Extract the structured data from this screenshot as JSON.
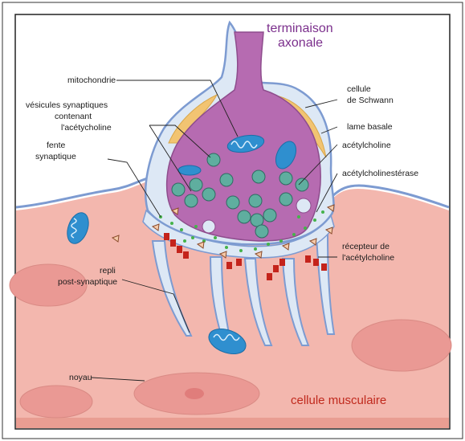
{
  "title": {
    "line1": "terminaison",
    "line2": "axonale"
  },
  "labels": {
    "mitochondrie": "mitochondrie",
    "vesicules": [
      "vésicules synaptiques",
      "contenant",
      "l'acétycholine"
    ],
    "fente": [
      "fente",
      "synaptique"
    ],
    "repli": [
      "repli",
      "post-synaptique"
    ],
    "noyau": "noyau",
    "schwann": [
      "cellule",
      "de Schwann"
    ],
    "lame": "lame basale",
    "acetylcholine": "acétylcholine",
    "esterase": "acétylcholinestérase",
    "recepteur": [
      "récepteur de",
      "l'acétylcholine"
    ],
    "muscle": "cellule musculaire"
  },
  "colors": {
    "axon": "#b66bb1",
    "muscle": "#f3b7ae",
    "muscle_dark": "#e99d92",
    "nucleus": "#ea9994",
    "membrane": "#dde8f5",
    "membrane_edge": "#7d9bd1",
    "schwann": "#f2c472",
    "receptor": "#c4231b",
    "mitochondria": "#2f8fcf",
    "vesicle": "#4e9a8e",
    "acetylcholine_dot": "#45b34a"
  }
}
